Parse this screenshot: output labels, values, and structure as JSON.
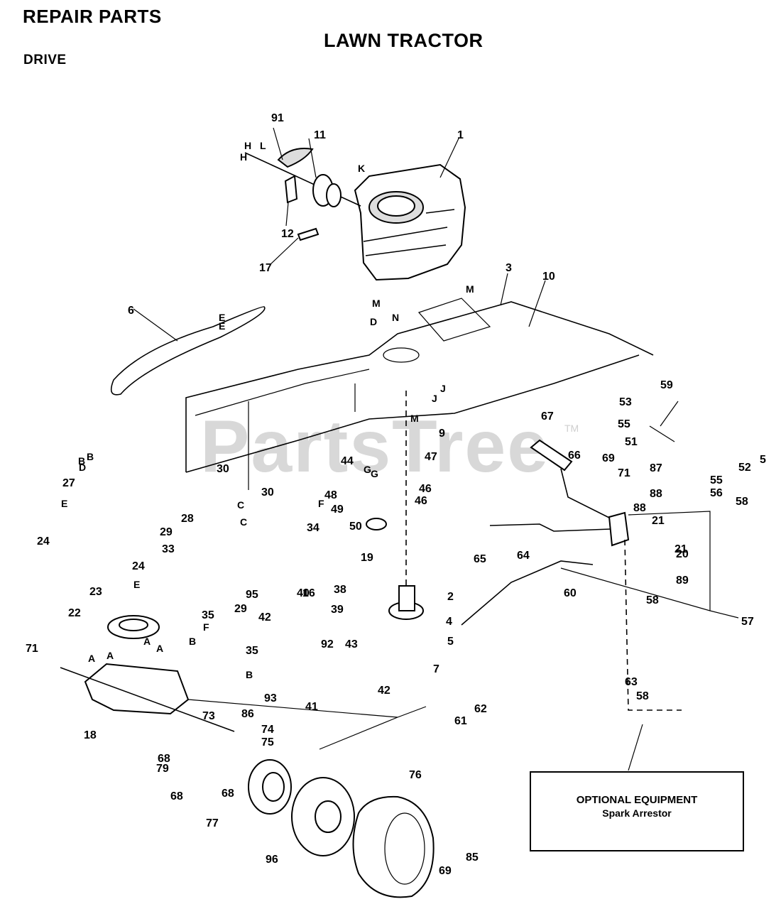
{
  "header": {
    "repair_parts": "REPAIR PARTS",
    "title": "LAWN TRACTOR",
    "section": "DRIVE"
  },
  "watermark": {
    "text": "PartsTree",
    "tm": "TM"
  },
  "optional_box": {
    "title": "OPTIONAL EQUIPMENT",
    "subtitle": "Spark Arrestor"
  },
  "callouts": [
    "1",
    "2",
    "3",
    "4",
    "5",
    "5",
    "6",
    "7",
    "9",
    "10",
    "11",
    "12",
    "16",
    "17",
    "18",
    "19",
    "20",
    "21",
    "21",
    "22",
    "23",
    "24",
    "24",
    "27",
    "28",
    "29",
    "29",
    "30",
    "30",
    "33",
    "34",
    "35",
    "35",
    "38",
    "39",
    "40",
    "41",
    "42",
    "42",
    "43",
    "44",
    "46",
    "46",
    "47",
    "48",
    "49",
    "50",
    "51",
    "52",
    "53",
    "55",
    "55",
    "56",
    "57",
    "58",
    "58",
    "58",
    "59",
    "60",
    "61",
    "62",
    "63",
    "64",
    "65",
    "66",
    "67",
    "68",
    "68",
    "68",
    "69",
    "69",
    "71",
    "71",
    "73",
    "74",
    "75",
    "76",
    "77",
    "79",
    "85",
    "86",
    "87",
    "88",
    "88",
    "89",
    "91",
    "92",
    "93",
    "95",
    "96"
  ],
  "letters": [
    "A",
    "A",
    "A",
    "A",
    "B",
    "B",
    "B",
    "B",
    "C",
    "C",
    "D",
    "D",
    "E",
    "E",
    "E",
    "E",
    "F",
    "F",
    "G",
    "G",
    "H",
    "H",
    "J",
    "J",
    "K",
    "L",
    "M",
    "M",
    "M",
    "N"
  ]
}
